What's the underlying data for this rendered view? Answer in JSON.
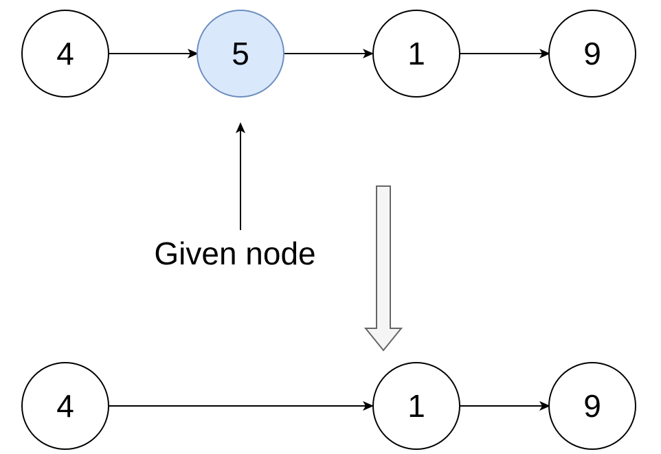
{
  "diagram": {
    "before_list": {
      "nodes": [
        {
          "value": "4",
          "highlighted": false
        },
        {
          "value": "5",
          "highlighted": true
        },
        {
          "value": "1",
          "highlighted": false
        },
        {
          "value": "9",
          "highlighted": false
        }
      ]
    },
    "after_list": {
      "nodes": [
        {
          "value": "4"
        },
        {
          "value": "1"
        },
        {
          "value": "9"
        }
      ]
    },
    "pointer_label": "Given node",
    "colors": {
      "highlight_fill": "#dae8fc",
      "highlight_stroke": "#6c8ebf",
      "node_stroke": "#000000",
      "transform_arrow_fill": "#f5f5f5",
      "transform_arrow_stroke": "#666666"
    }
  }
}
